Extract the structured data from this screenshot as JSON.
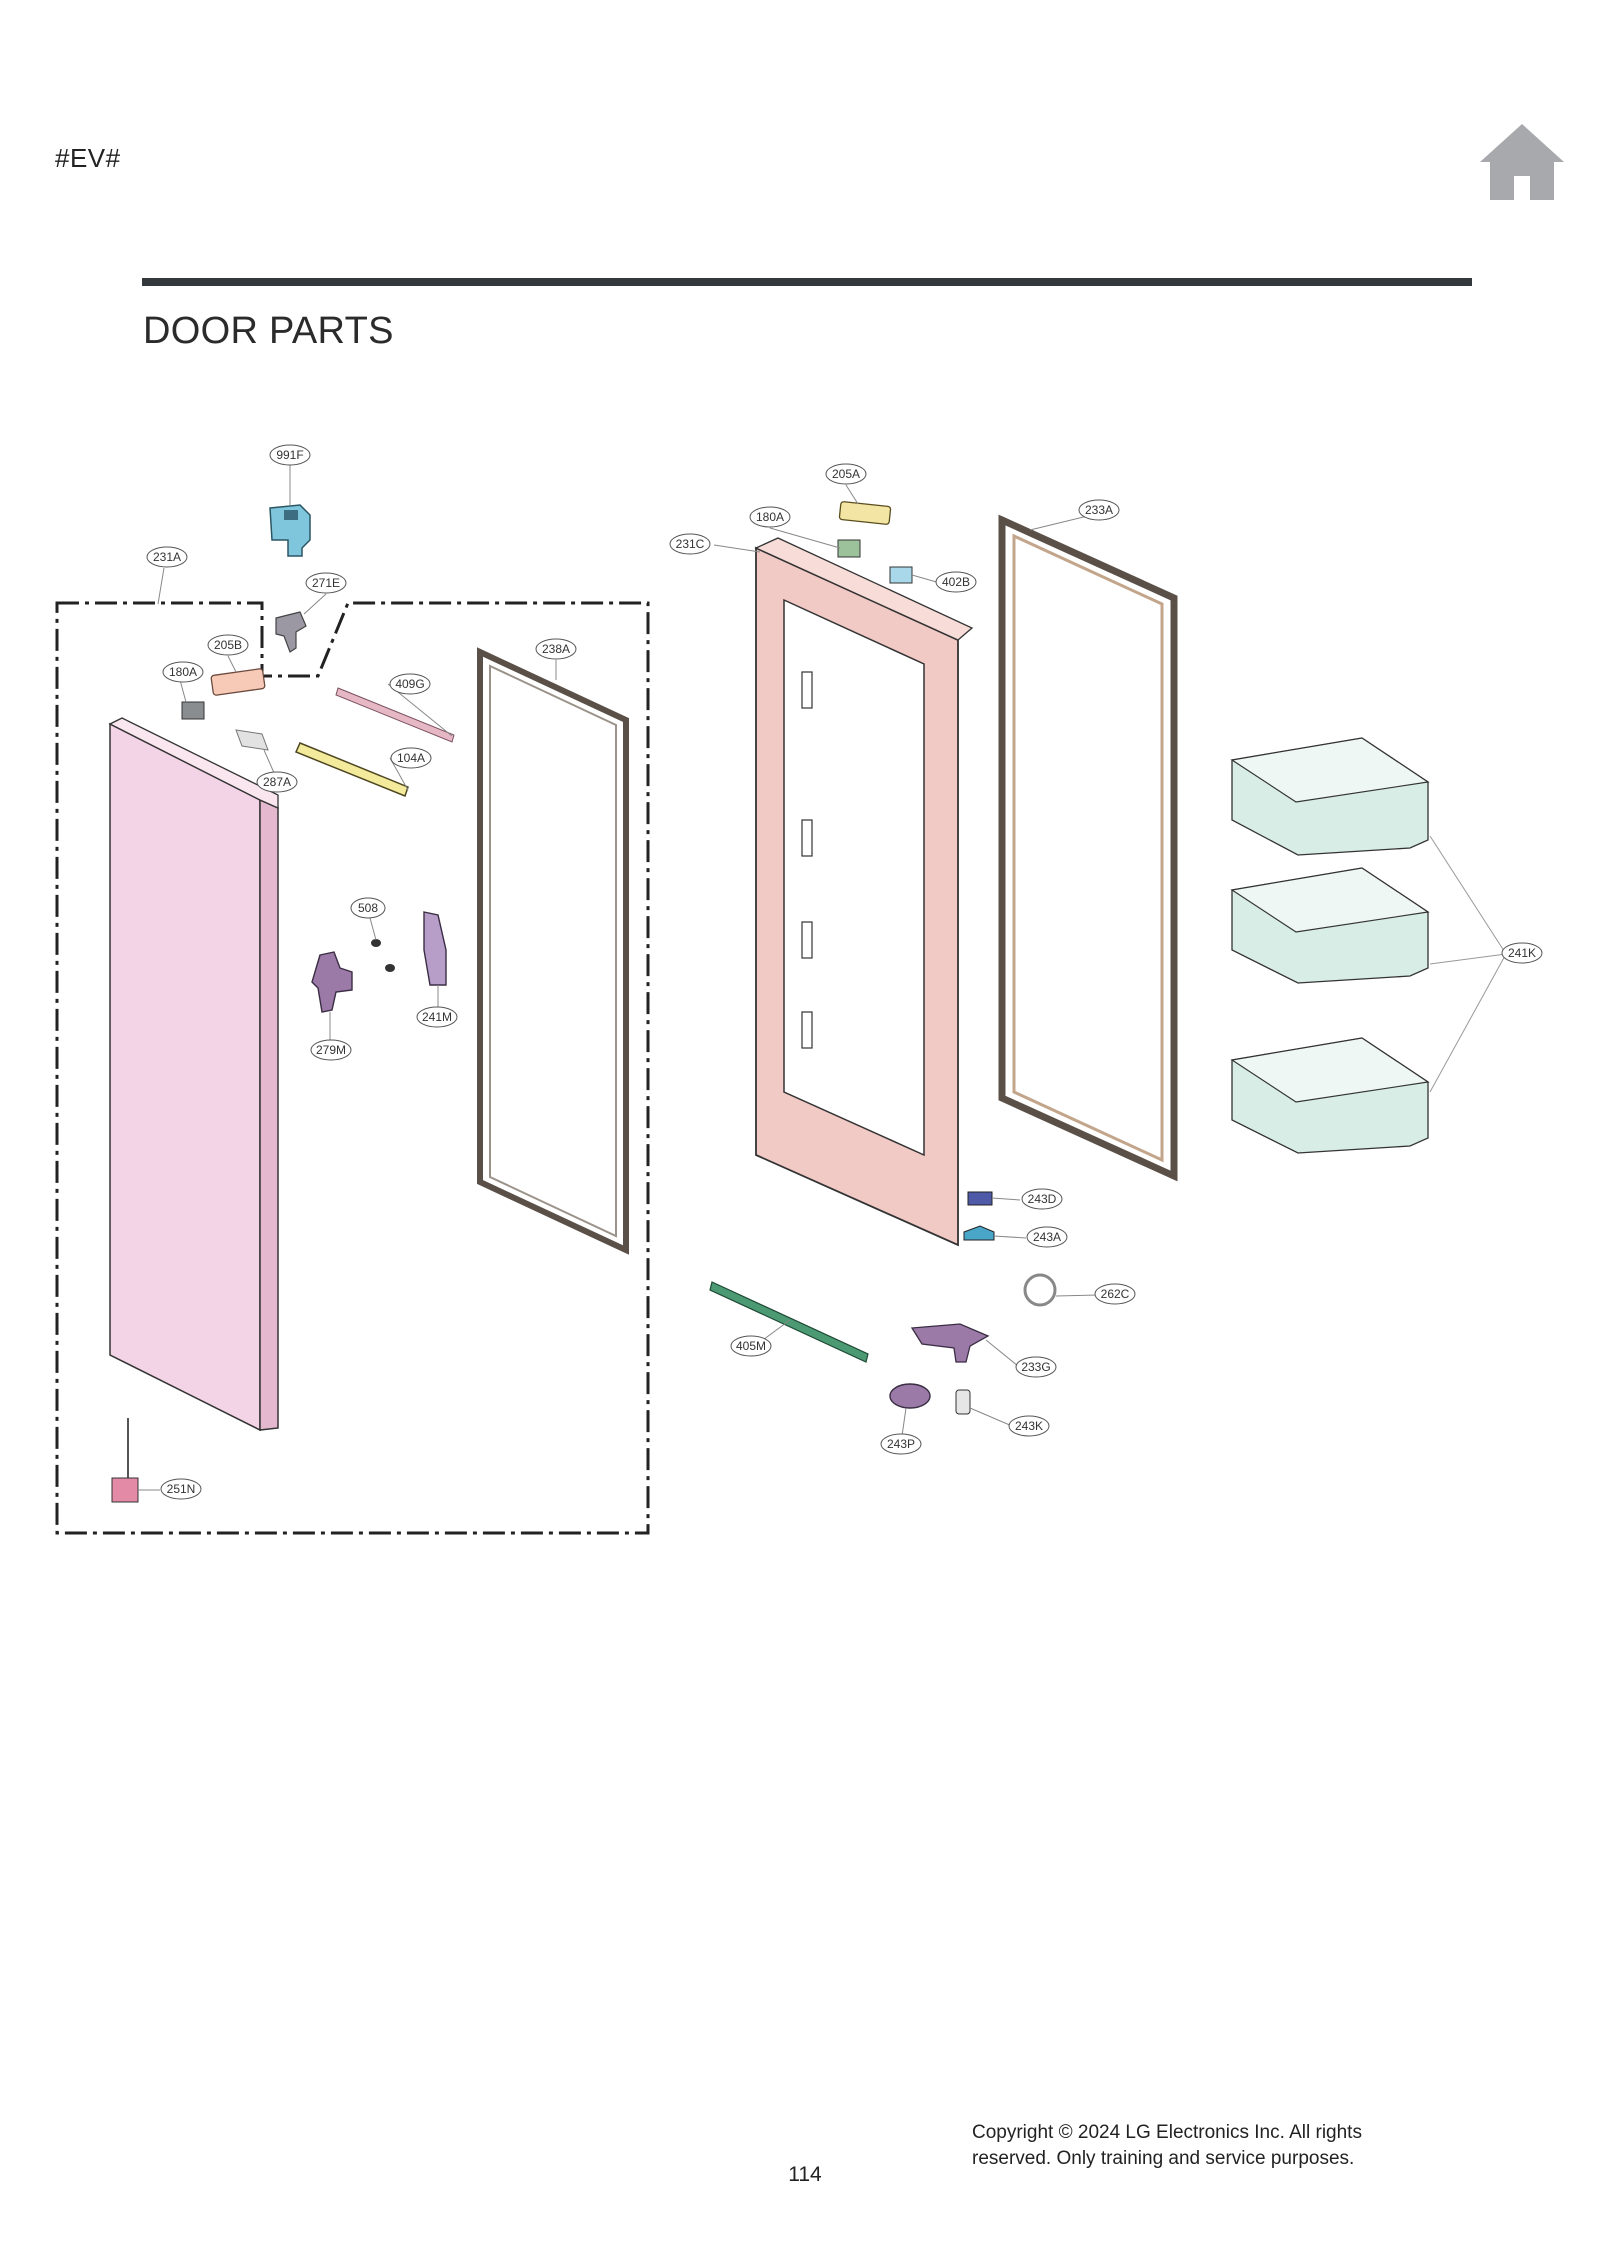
{
  "header": {
    "doc_code": "#EV#",
    "home_icon": "home-icon",
    "home_color": "#a7a9ac"
  },
  "section": {
    "title": "DOOR PARTS"
  },
  "diagram": {
    "callouts": {
      "c991F": "991F",
      "c231A": "231A",
      "c271E": "271E",
      "c205B": "205B",
      "c180A_left": "180A",
      "c409G": "409G",
      "c104A": "104A",
      "c287A": "287A",
      "c238A": "238A",
      "c508": "508",
      "c241M": "241M",
      "c279M": "279M",
      "c251N": "251N",
      "c205A": "205A",
      "c180A_right": "180A",
      "c231C": "231C",
      "c402B": "402B",
      "c233A": "233A",
      "c241K": "241K",
      "c243D": "243D",
      "c243A": "243A",
      "c262C": "262C",
      "c405M": "405M",
      "c233G": "233G",
      "c243K": "243K",
      "c243P": "243P"
    },
    "colors": {
      "door_panel": "#f3d3e6",
      "door_frame": "#f1c9c5",
      "gasket": "#5a5048",
      "bins": "#d8ede6",
      "hinge_cover": "#7fc6dc",
      "accent_green": "#4b9a73",
      "accent_purple": "#9b7aa8"
    }
  },
  "footer": {
    "page_number": "114",
    "copyright_line1": "Copyright © 2024  LG  Electronics  Inc.  All  rights",
    "copyright_line2": "reserved.  Only  training and service  purposes."
  }
}
